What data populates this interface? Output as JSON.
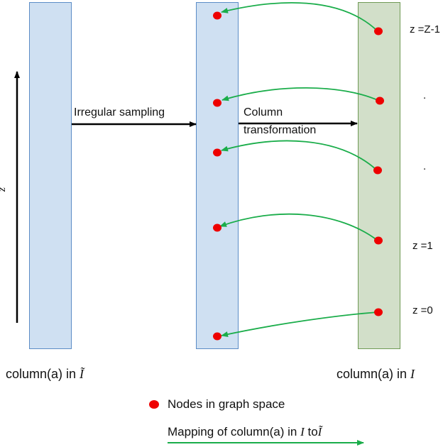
{
  "arrows": {
    "sampling_label": "Irregular sampling",
    "transform_label_line1": "Column",
    "transform_label_line2": "transformation"
  },
  "axis": {
    "label": "z̃"
  },
  "z_labels": [
    "z =Z-1",
    ".",
    ".",
    "z =1",
    "z =0"
  ],
  "captions": {
    "left_prefix": "column(a) in ",
    "left_symbol": "Ĩ",
    "right_prefix": "column(a) in ",
    "right_symbol": "I"
  },
  "legend": {
    "nodes_label": "Nodes in graph space",
    "mapping_prefix": "Mapping of column(a) in ",
    "mapping_symbol1": "I",
    "mapping_mid": " to",
    "mapping_symbol2": "Ĩ"
  },
  "colors": {
    "node": "#ee0000",
    "mapping_arrow": "#1aad4a",
    "left_column_fill": "#cfe0f2",
    "right_column_fill": "#d2dfc9"
  }
}
